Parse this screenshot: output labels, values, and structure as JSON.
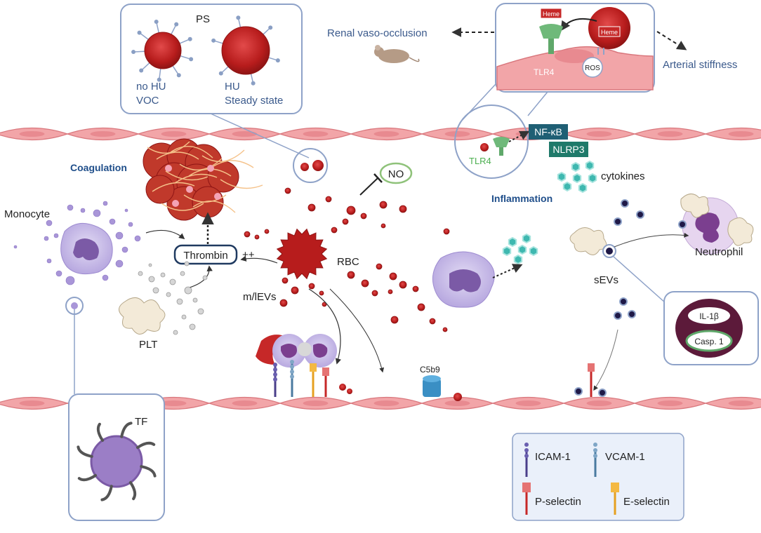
{
  "labels": {
    "ps": "PS",
    "no_hu": "no HU",
    "voc": "VOC",
    "hu": "HU",
    "steady_state": "Steady state",
    "renal": "Renal vaso-occlusion",
    "arterial": "Arterial stiffness",
    "heme1": "Heme",
    "heme2": "Heme",
    "tlr4_inset": "TLR4",
    "ros": "ROS",
    "coagulation": "Coagulation",
    "tlr4": "TLR4",
    "nfkb": "NF-κB",
    "nlrp3": "NLRP3",
    "cytokines": "cytokines",
    "no": "NO",
    "inflammation": "Inflammation",
    "monocyte": "Monocyte",
    "thrombin": "Thrombin",
    "plusplus": "++",
    "rbc": "RBC",
    "mlevs": "m/lEVs",
    "plt": "PLT",
    "sevs": "sEVs",
    "neutrophil": "Neutrophil",
    "il1b": "IL-1β",
    "casp1": "Casp. 1",
    "c5b9": "C5b9",
    "tf": "TF"
  },
  "legend": {
    "icam": "ICAM-1",
    "vcam": "VCAM-1",
    "psel": "P-selectin",
    "esel": "E-selectin"
  },
  "colors": {
    "endothelium": "#f2a5a8",
    "rbc": "#c62828",
    "monocyte": "#a996d8",
    "sev": "#1f1947",
    "label_blue": "#3b5a8c"
  }
}
